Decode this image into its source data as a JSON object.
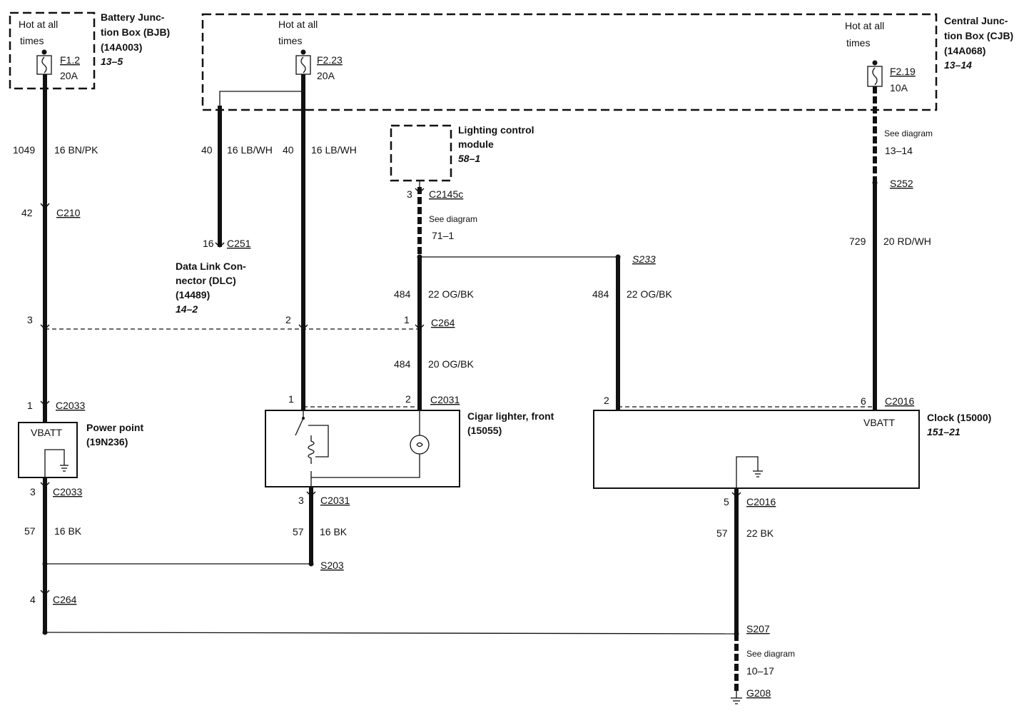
{
  "fuse_boxes": {
    "bjb": {
      "hot": "Hot at all",
      "hot2": "times",
      "title1": "Battery Junc-",
      "title2": "tion Box (BJB)",
      "part": "(14A003)",
      "ref": "13–5",
      "fuse": "F1.2",
      "amps": "20A"
    },
    "cjb_mid": {
      "hot": "Hot at all",
      "hot2": "times",
      "fuse": "F2.23",
      "amps": "20A"
    },
    "cjb": {
      "hot": "Hot at all",
      "hot2": "times",
      "title1": "Central Junc-",
      "title2": "tion Box (CJB)",
      "part": "(14A068)",
      "ref": "13–14",
      "fuse": "F2.19",
      "amps": "10A"
    }
  },
  "lighting_module": {
    "title1": "Lighting control",
    "title2": "module",
    "ref": "58–1",
    "pin": "3",
    "connector": "C2145c",
    "see": "See diagram",
    "see_ref": "71–1"
  },
  "dlc": {
    "pin": "16",
    "connector": "C251",
    "l1": "Data Link Con-",
    "l2": "nector (DLC)",
    "part": "(14489)",
    "ref": "14–2"
  },
  "wires": {
    "w1049": {
      "circuit": "1049",
      "spec": "16 BN/PK"
    },
    "w40a": {
      "circuit": "40",
      "spec": "16 LB/WH"
    },
    "w40b": {
      "circuit": "40",
      "spec": "16 LB/WH"
    },
    "w484a": {
      "circuit": "484",
      "spec": "22 OG/BK"
    },
    "w484b": {
      "circuit": "484",
      "spec": "20 OG/BK"
    },
    "w484c": {
      "circuit": "484",
      "spec": "22 OG/BK"
    },
    "w729": {
      "circuit": "729",
      "spec": "20 RD/WH"
    },
    "w57a": {
      "circuit": "57",
      "spec": "16 BK"
    },
    "w57b": {
      "circuit": "57",
      "spec": "16 BK"
    },
    "w57c": {
      "circuit": "57",
      "spec": "22 BK"
    }
  },
  "connectors": {
    "c210": {
      "pin": "42",
      "name": "C210"
    },
    "c264a": {
      "pin": "3",
      "name": "C264"
    },
    "c264b": {
      "pin": "2"
    },
    "c264c": {
      "pin": "1",
      "name": "C264"
    },
    "c264d": {
      "pin": "4",
      "name": "C264"
    },
    "c2033a": {
      "pin": "1",
      "name": "C2033"
    },
    "c2033b": {
      "pin": "3",
      "name": "C2033"
    },
    "c2031a": {
      "pin1": "1",
      "pin2": "2",
      "name": "C2031"
    },
    "c2031b": {
      "pin": "3",
      "name": "C2031"
    },
    "c2016a": {
      "pin1": "2",
      "pin2": "6",
      "name": "C2016"
    },
    "c2016b": {
      "pin": "5",
      "name": "C2016"
    }
  },
  "splices": {
    "s252": "S252",
    "s233": "S233",
    "s203": "S203",
    "s207": "S207",
    "g208": "G208"
  },
  "see_diagrams": {
    "cjb": {
      "see": "See diagram",
      "ref": "13–14"
    },
    "ground": {
      "see": "See diagram",
      "ref": "10–17"
    }
  },
  "components": {
    "power_point": {
      "label": "VBATT",
      "title": "Power point",
      "part": "(19N236)"
    },
    "cigar": {
      "title": "Cigar lighter, front",
      "part": "(15055)"
    },
    "clock": {
      "label": "VBATT",
      "title": "Clock (15000)",
      "ref": "151–21"
    }
  }
}
